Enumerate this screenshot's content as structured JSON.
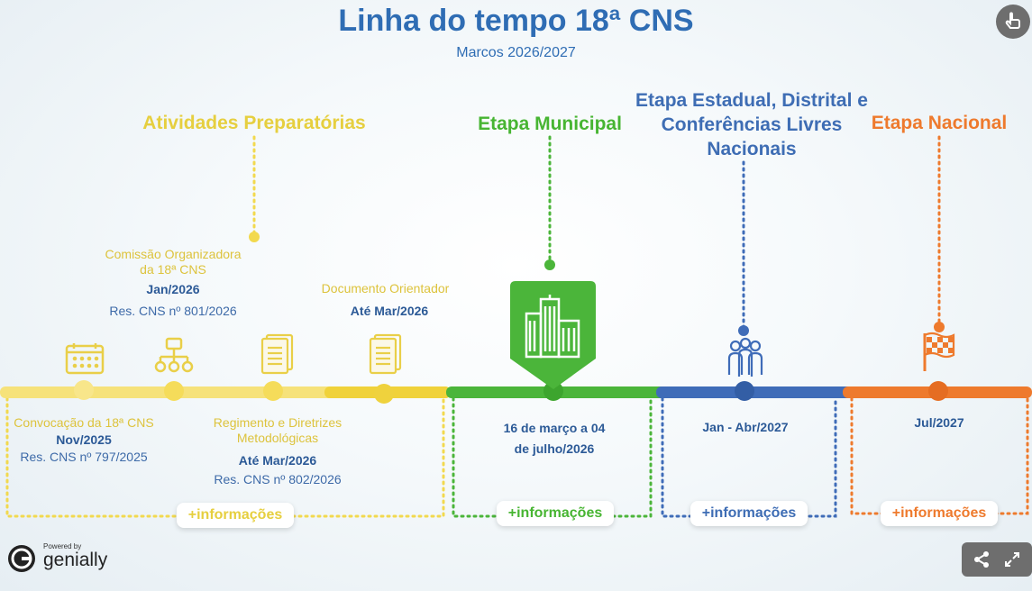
{
  "header": {
    "title": "Linha do tempo 18ª CNS",
    "subtitle": "Marcos 2026/2027"
  },
  "phases": {
    "preparatorias": "Atividades Preparatórias",
    "municipal": "Etapa Municipal",
    "estadual": "Etapa Estadual, Distrital e Conferências Livres Nacionais",
    "nacional": "Etapa Nacional"
  },
  "milestones": {
    "comissao": {
      "label": "Comissão Organizadora da 18ª CNS",
      "date": "Jan/2026",
      "res": "Res. CNS nº 801/2026"
    },
    "documento": {
      "label": "Documento Orientador",
      "date": "Até Mar/2026"
    },
    "convocacao": {
      "label": "Convocação da 18ª CNS",
      "date": "Nov/2025",
      "res": "Res. CNS nº 797/2025"
    },
    "regimento": {
      "label": "Regimento e Diretrizes Metodológicas",
      "date": "Até Mar/2026",
      "res": "Res. CNS nº 802/2026"
    }
  },
  "dates": {
    "municipal": "16 de março a 04 de julho/2026",
    "estadual": "Jan - Abr/2027",
    "nacional": "Jul/2027"
  },
  "buttons": {
    "more_info": "+informações"
  },
  "branding": {
    "powered_by": "Powered by",
    "brand": "genially"
  },
  "colors": {
    "yellow": "#f2d94e",
    "green": "#4bb53a",
    "blue": "#3f6cb8",
    "orange": "#ee7a2d",
    "title_blue": "#2f6db4"
  },
  "icons": [
    "calendar-icon",
    "org-chart-icon",
    "document-icon",
    "document-icon",
    "buildings-icon",
    "people-icon",
    "flag-icon",
    "hand-pointer-icon",
    "share-icon",
    "expand-icon"
  ]
}
